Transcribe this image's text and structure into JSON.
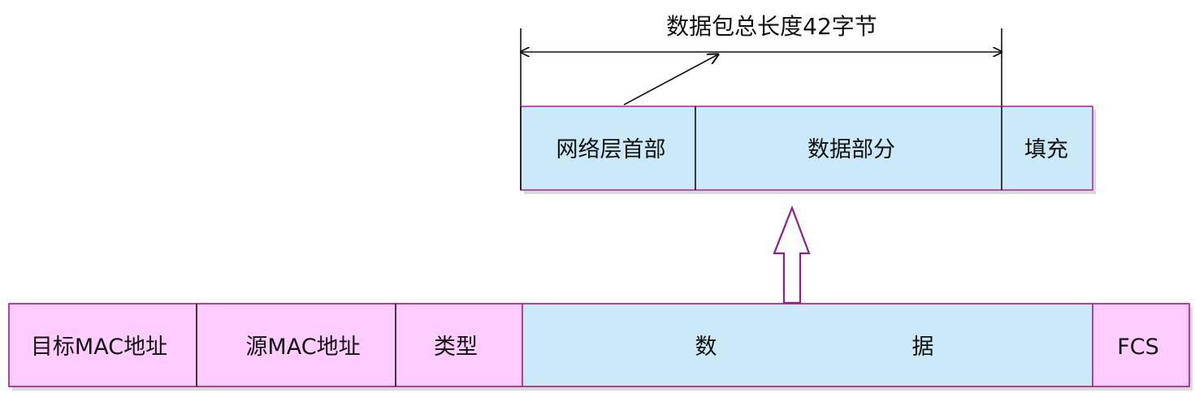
{
  "measure": {
    "label": "数据包总长度42字节"
  },
  "ip_packet": {
    "fields": [
      {
        "label": "网络层首部",
        "color": "#cce9fa"
      },
      {
        "label": "数据部分",
        "color": "#cce9fa"
      },
      {
        "label": "填充",
        "color": "#cce9fa"
      }
    ]
  },
  "ethernet_frame": {
    "fields": [
      {
        "label": "目标MAC地址",
        "color": "#ffccff"
      },
      {
        "label": "源MAC地址",
        "color": "#ffccff"
      },
      {
        "label": "类型",
        "color": "#ffccff"
      },
      {
        "label_left": "数",
        "label_right": "据",
        "color": "#cce9fa"
      },
      {
        "label": "FCS",
        "color": "#ffccff"
      }
    ]
  },
  "colors": {
    "frame_border": "#a01a8c",
    "packet_border": "#b02ca2",
    "up_arrow": "#8c1f8c",
    "line": "#111111"
  }
}
